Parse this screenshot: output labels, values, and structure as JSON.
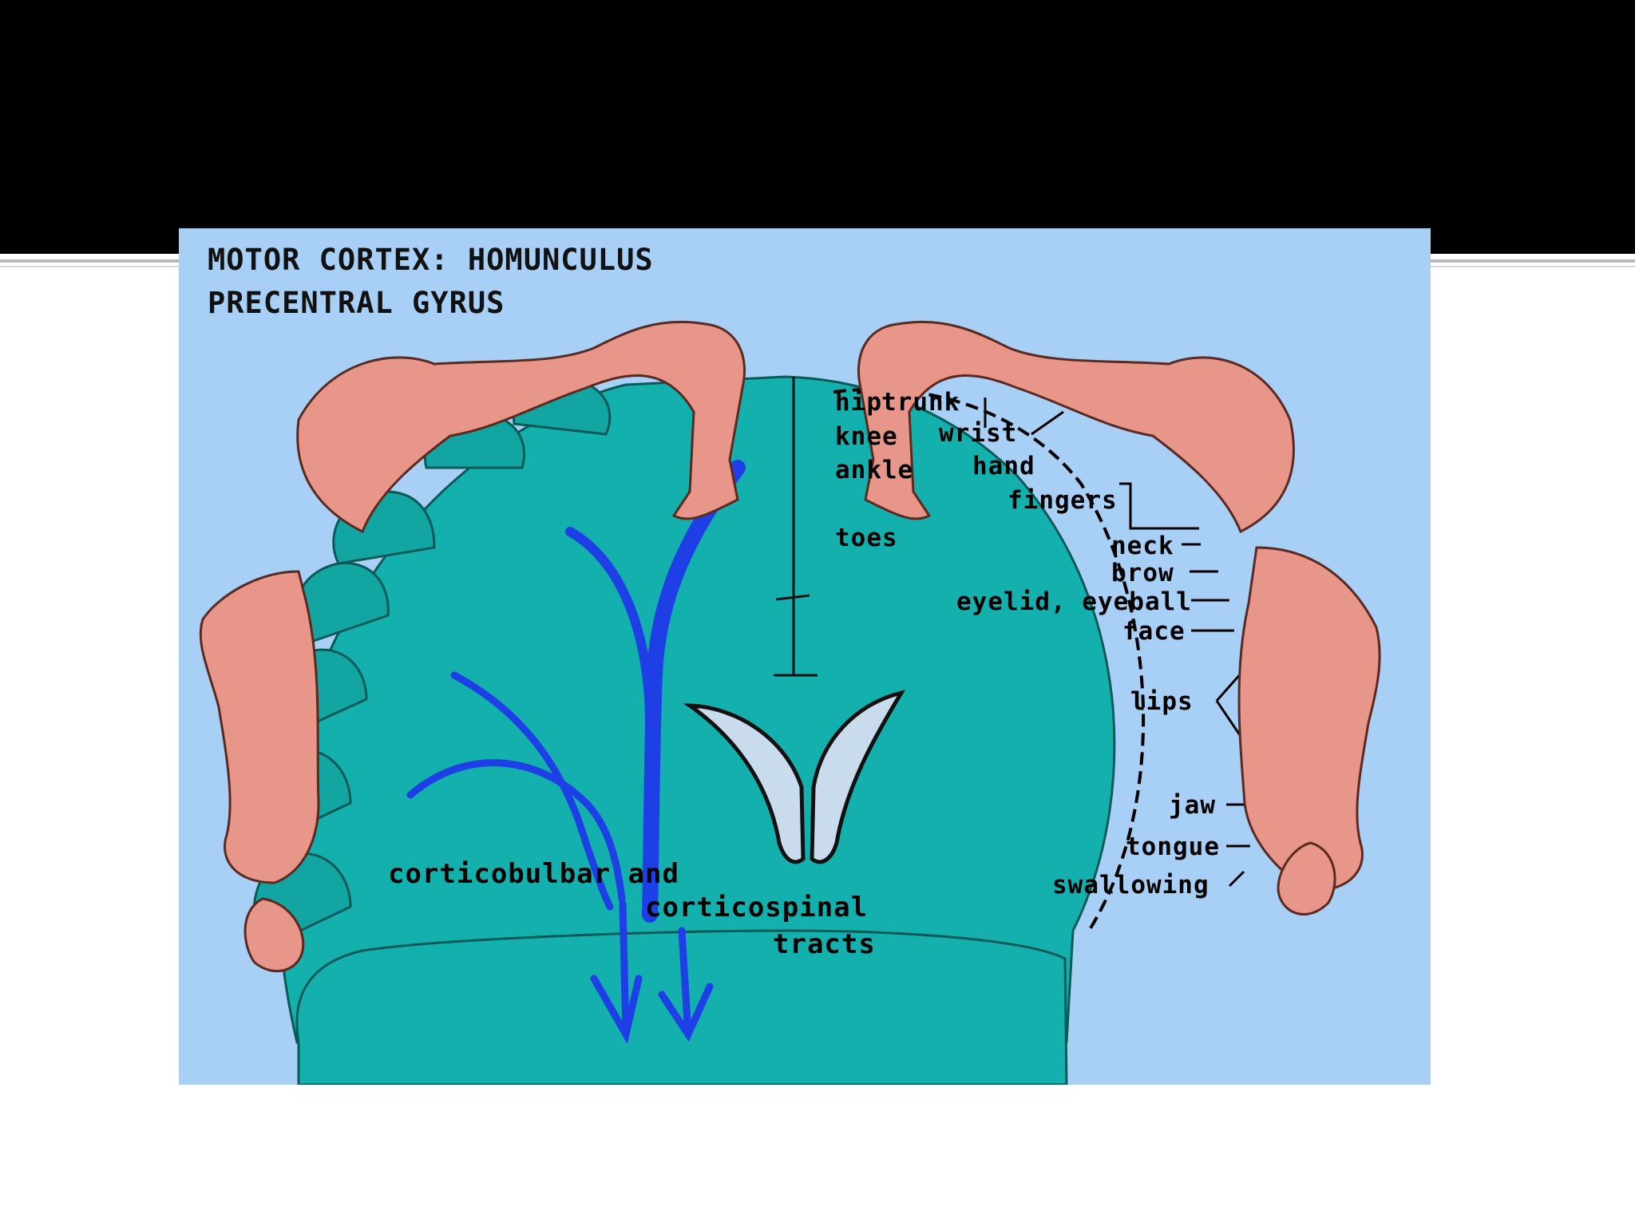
{
  "figure": {
    "title_line1": "MOTOR CORTEX: HOMUNCULUS",
    "title_line2": "PRECENTRAL GYRUS"
  },
  "labels": {
    "hip": "hip",
    "trunk": "trunk",
    "knee": "knee",
    "ankle": "ankle",
    "toes": "toes",
    "wrist": "wrist",
    "hand": "hand",
    "fingers": "fingers",
    "neck": "neck",
    "brow": "brow",
    "eyelid_eyeball": "eyelid, eyeball",
    "face": "face",
    "lips": "lips",
    "jaw": "jaw",
    "tongue": "tongue",
    "swallowing": "swallowing",
    "tracts_line1": "corticobulbar and",
    "tracts_line2": "corticospinal",
    "tracts_line3": "tracts"
  },
  "colors": {
    "slide_band": "#000000",
    "figure_background": "#a8cff5",
    "cortex": "#13b0ad",
    "homunculus_skin": "#e8968a",
    "tract_arrows": "#1f3fe6",
    "ventricle": "#c9dced"
  }
}
